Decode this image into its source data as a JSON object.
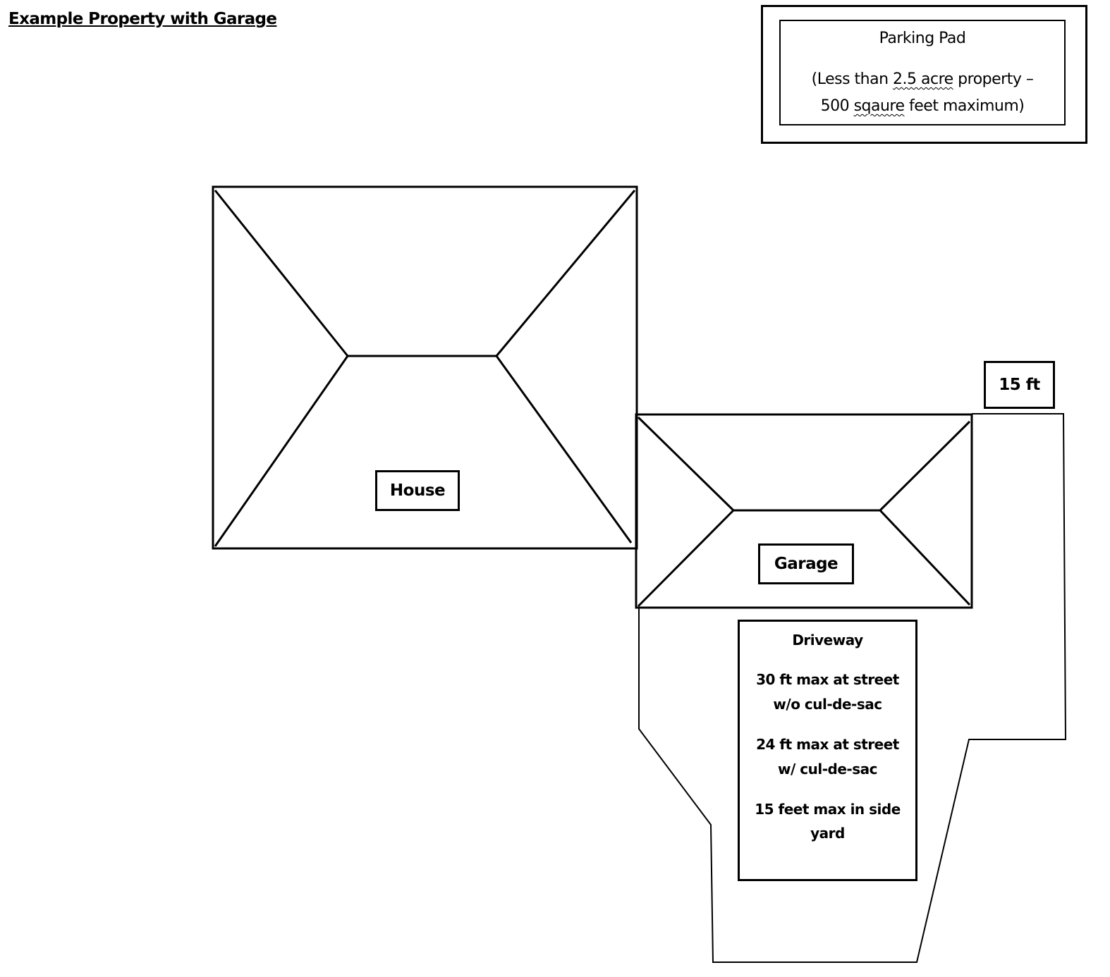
{
  "title": "Example Property with Garage",
  "parking_pad": {
    "title": "Parking Pad",
    "line1_pre": "(Less than ",
    "line1_underlined": "2.5 acre",
    "line1_post": " property –",
    "line2_pre": "500 ",
    "line2_underlined": "sqaure",
    "line2_post": " feet maximum)"
  },
  "house": {
    "label": "House"
  },
  "garage": {
    "label": "Garage"
  },
  "setback": {
    "label": "15 ft"
  },
  "driveway": {
    "title": "Driveway",
    "lines": [
      "30 ft max at street",
      "w/o cul-de-sac",
      "24 ft max at street",
      "w/ cul-de-sac",
      "15 feet max in side",
      "yard"
    ]
  }
}
